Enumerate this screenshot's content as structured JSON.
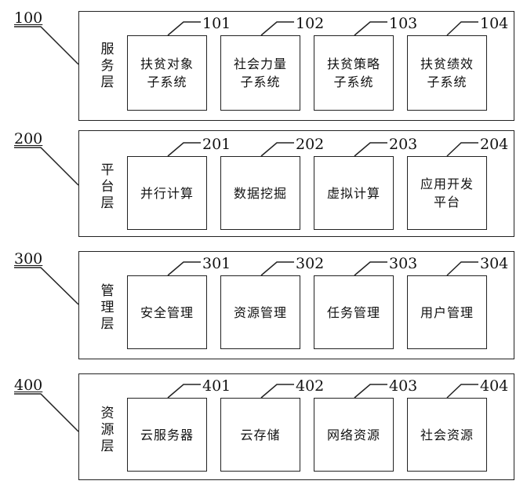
{
  "layers": [
    {
      "number": "100",
      "label": [
        "服",
        "务",
        "层"
      ],
      "modules": [
        {
          "number": "101",
          "lines": [
            "扶贫对象",
            "子系统"
          ]
        },
        {
          "number": "102",
          "lines": [
            "社会力量",
            "子系统"
          ]
        },
        {
          "number": "103",
          "lines": [
            "扶贫策略",
            "子系统"
          ]
        },
        {
          "number": "104",
          "lines": [
            "扶贫绩效",
            "子系统"
          ]
        }
      ]
    },
    {
      "number": "200",
      "label": [
        "平",
        "台",
        "层"
      ],
      "modules": [
        {
          "number": "201",
          "lines": [
            "并行计算"
          ]
        },
        {
          "number": "202",
          "lines": [
            "数据挖掘"
          ]
        },
        {
          "number": "203",
          "lines": [
            "虚拟计算"
          ]
        },
        {
          "number": "204",
          "lines": [
            "应用开发",
            "平台"
          ]
        }
      ]
    },
    {
      "number": "300",
      "label": [
        "管",
        "理",
        "层"
      ],
      "modules": [
        {
          "number": "301",
          "lines": [
            "安全管理"
          ]
        },
        {
          "number": "302",
          "lines": [
            "资源管理"
          ]
        },
        {
          "number": "303",
          "lines": [
            "任务管理"
          ]
        },
        {
          "number": "304",
          "lines": [
            "用户管理"
          ]
        }
      ]
    },
    {
      "number": "400",
      "label": [
        "资",
        "源",
        "层"
      ],
      "modules": [
        {
          "number": "401",
          "lines": [
            "云服务器"
          ]
        },
        {
          "number": "402",
          "lines": [
            "云存储"
          ]
        },
        {
          "number": "403",
          "lines": [
            "网络资源"
          ]
        },
        {
          "number": "404",
          "lines": [
            "社会资源"
          ]
        }
      ]
    }
  ]
}
